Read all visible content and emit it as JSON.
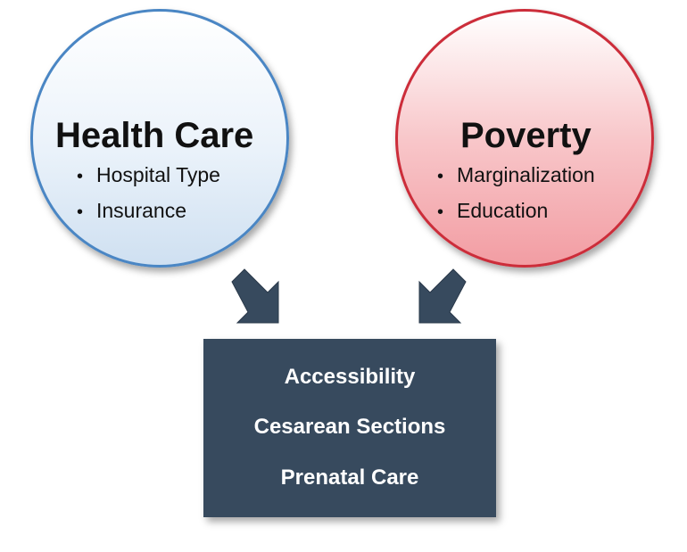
{
  "health_care": {
    "title": "Health Care",
    "items": [
      "Hospital Type",
      "Insurance"
    ]
  },
  "poverty": {
    "title": "Poverty",
    "items": [
      "Marginalization",
      "Education"
    ]
  },
  "outcomes": {
    "lines": [
      "Accessibility",
      "Cesarean Sections",
      "Prenatal Care"
    ]
  },
  "colors": {
    "health_border": "#4a86c4",
    "poverty_border": "#cc2d3a",
    "box_fill": "#374a5e",
    "arrow_fill": "#374a5e"
  }
}
